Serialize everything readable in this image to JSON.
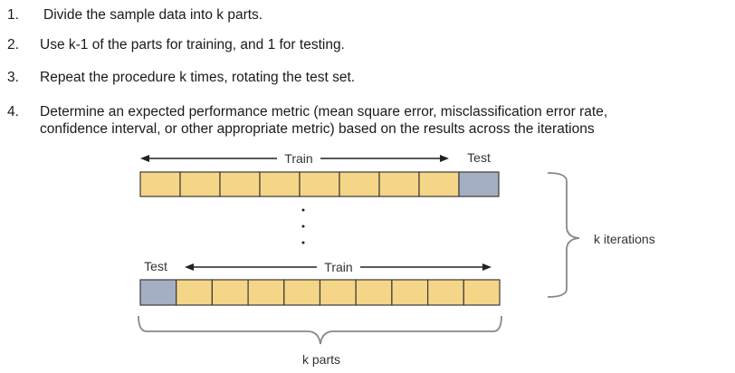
{
  "steps": [
    {
      "num": "1.",
      "text": "Divide the sample data into k parts."
    },
    {
      "num": "2.",
      "text": "Use k-1 of the parts for training, and 1 for testing."
    },
    {
      "num": "3.",
      "text": "Repeat the procedure k times, rotating the test set."
    },
    {
      "num": "4.",
      "text": "Determine an expected performance metric (mean square error, misclassification error rate,",
      "text2": "confidence interval, or other appropriate metric) based on the results across the iterations"
    }
  ],
  "diagram": {
    "top_row": {
      "train_label": "Train",
      "test_label": "Test",
      "parts": 9,
      "test_index": 8
    },
    "bottom_row": {
      "train_label": "Train",
      "test_label": "Test",
      "parts": 10,
      "test_index": 0
    },
    "iterations_label": "k iterations",
    "parts_label": "k parts",
    "colors": {
      "train_fill": "#f5d587",
      "test_fill": "#a5afc3",
      "stroke": "#3a3a3a"
    }
  }
}
